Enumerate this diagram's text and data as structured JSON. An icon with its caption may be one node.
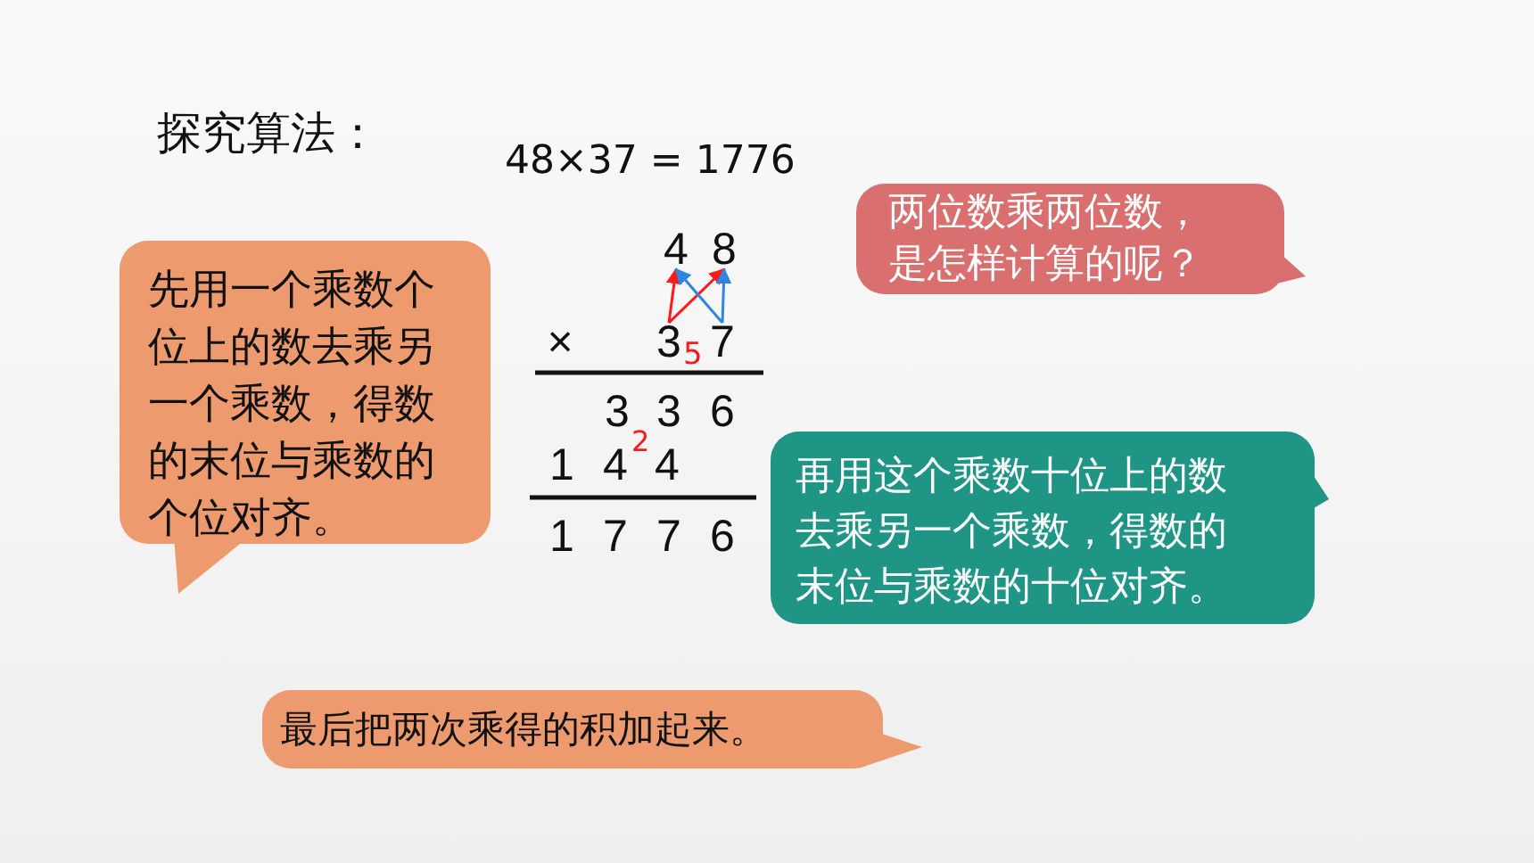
{
  "diagram": {
    "nodes": [
      {
        "text": [
          "两位数乘两位数，是怎样计算的呢？"
        ]
      },
      {
        "text": [
          "先用一个乘数个位上的数去乘另一个乘数，得数的末位与乘数的个位对齐。"
        ]
      },
      {
        "text": [
          "4"
        ]
      },
      {
        "text": [
          "8"
        ]
      },
      {
        "text": [
          "3"
        ]
      },
      {
        "text": [
          "7"
        ]
      },
      {
        "text": [
          "再用这个乘数十位上的数去乘另一个乘数，得数的末位与乘数的十位对齐。"
        ]
      },
      {
        "text": [
          "最后把两次乘得的积加起来。"
        ]
      }
    ],
    "edges": [
      {
        "from": 4,
        "to": 2,
        "arrow": "to",
        "color": "#ff1a1a"
      },
      {
        "from": 4,
        "to": 3,
        "arrow": "to",
        "color": "#ff1a1a"
      },
      {
        "from": 5,
        "to": 2,
        "arrow": "to",
        "color": "#2f86e0"
      },
      {
        "from": 5,
        "to": 3,
        "arrow": "to",
        "color": "#2f86e0"
      }
    ],
    "labels": [
      "探究算法：",
      "48×37 = 1776",
      "×",
      "5",
      "3",
      "3",
      "6",
      "1",
      "4",
      "2",
      "4",
      "1",
      "7",
      "7",
      "6"
    ]
  }
}
